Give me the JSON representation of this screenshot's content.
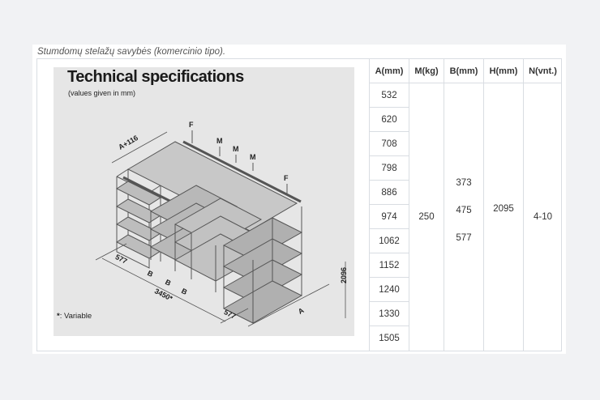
{
  "caption": "Stumdomų stelažų savybės (komercinio tipo).",
  "figure": {
    "title": "Technical specifications",
    "subtitle": "(values given in mm)",
    "legend_mark": "*",
    "legend_text": ": Variable",
    "labels": {
      "width_top": "A+116",
      "f1": "F",
      "f2": "F",
      "m1": "M",
      "m2": "M",
      "m3": "M",
      "depth_left": "577",
      "depth_right": "577",
      "b1": "B",
      "b2": "B",
      "b3": "B",
      "length": "3450*",
      "height": "2096",
      "width_bottom": "A"
    }
  },
  "table": {
    "headers": [
      "A(mm)",
      "M(kg)",
      "B(mm)",
      "H(mm)",
      "N(vnt.)"
    ],
    "a_values": [
      "532",
      "620",
      "708",
      "798",
      "886",
      "974",
      "1062",
      "1152",
      "1240",
      "1330",
      "1505"
    ],
    "m_value": "250",
    "b_values": [
      "373",
      "475",
      "577"
    ],
    "h_value": "2095",
    "n_value": "4-10"
  }
}
